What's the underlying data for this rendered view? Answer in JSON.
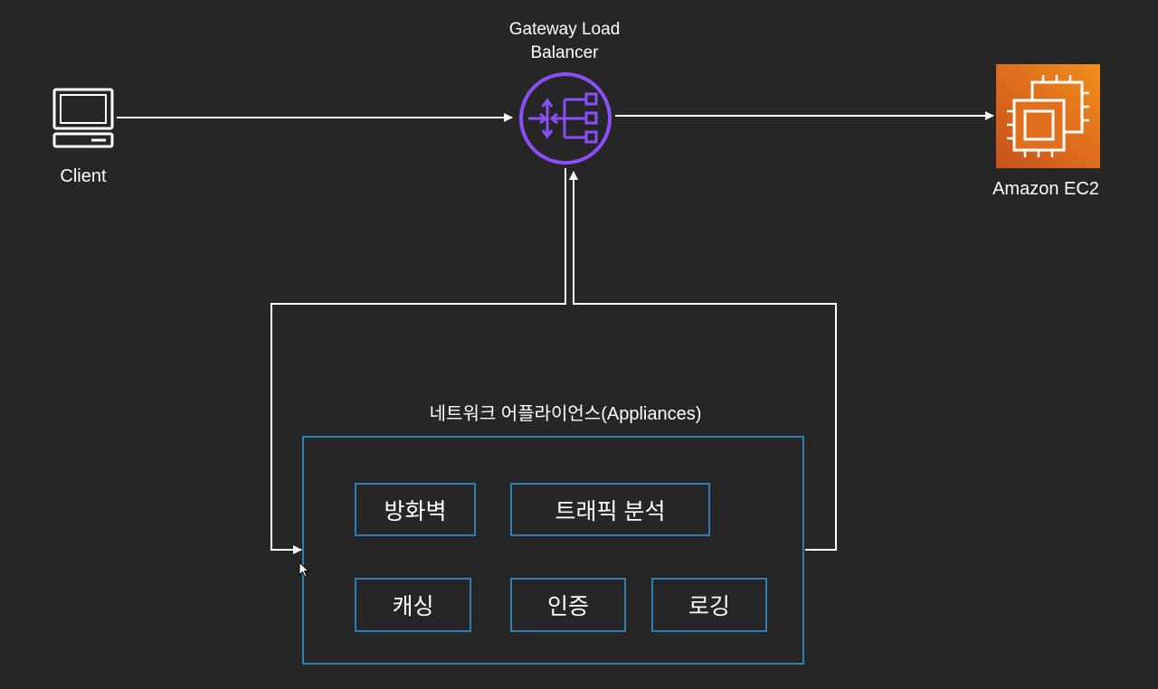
{
  "client": {
    "label": "Client",
    "icon": "laptop-icon"
  },
  "gateway_load_balancer": {
    "title_line1": "Gateway Load",
    "title_line2": "Balancer",
    "icon": "gateway-load-balancer-icon",
    "color": "#8c4fff"
  },
  "ec2": {
    "label": "Amazon EC2",
    "icon": "ec2-chip-icon",
    "gradient_start": "#c8511b",
    "gradient_end": "#f0901e"
  },
  "appliances": {
    "title": "네트워크 어플라이언스(Appliances)",
    "border_color": "#2f7fb2",
    "items": [
      {
        "label": "방화벽"
      },
      {
        "label": "트래픽 분석"
      },
      {
        "label": "캐싱"
      },
      {
        "label": "인증"
      },
      {
        "label": "로깅"
      }
    ]
  },
  "colors": {
    "background": "#262626",
    "line": "#ffffff"
  }
}
